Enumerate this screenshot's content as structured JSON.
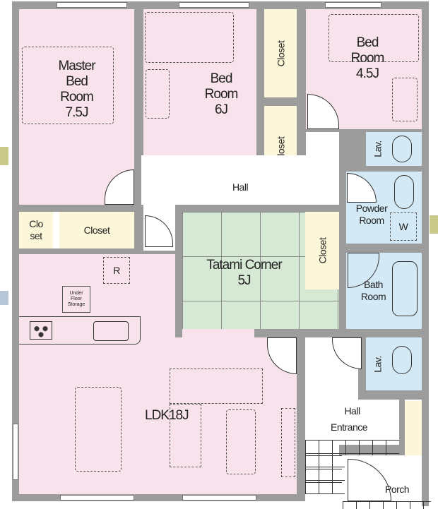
{
  "rooms": {
    "master_bedroom": "Master\nBed\nRoom\n7.5J",
    "bedroom_6j": "Bed\nRoom\n6J",
    "bedroom_45j": "Bed\nRoom\n4.5J",
    "closet_top": "Closet",
    "closet_mid": "Closet",
    "closet_small": "Clo\nset",
    "closet_master": "Closet",
    "closet_tatami": "Closet",
    "hall_upper": "Hall",
    "lav_upper": "Lav.",
    "powder_room": "Powder\nRoom",
    "washer": "W",
    "tatami": "Tatami Corner\n5J",
    "bath_room": "Bath\nRoom",
    "refrigerator": "R",
    "under_floor_storage": "Under\nFloor\nStorage",
    "ldk": "LDK18J",
    "lav_lower": "Lav.",
    "hall_lower": "Hall",
    "entrance": "Entrance",
    "porch": "Porch"
  },
  "colors": {
    "wall": "#9c9c9c",
    "bedroom": "#f8e2ec",
    "closet": "#fbf7d8",
    "wet": "#d3eaf6",
    "tatami": "#d6e9d5"
  }
}
